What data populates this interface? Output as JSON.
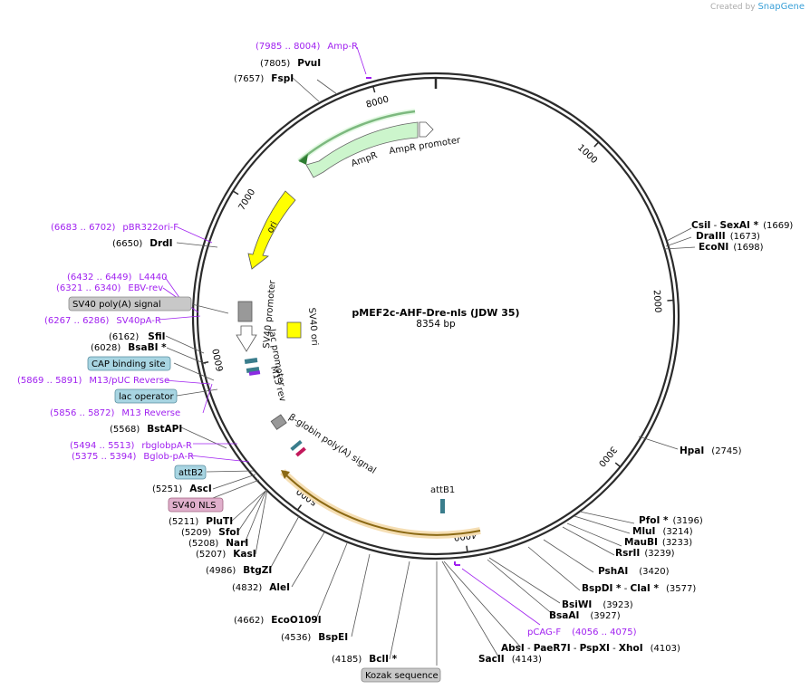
{
  "watermark": {
    "prefix": "Created by",
    "brand": "SnapGene"
  },
  "plasmid": {
    "name": "pMEF2c-AHF-Dre-nls (JDW 35)",
    "length_text": "8354 bp"
  },
  "ticks": [
    "1000",
    "2000",
    "3000",
    "4000",
    "5000",
    "6000",
    "7000",
    "8000"
  ],
  "features_on_map": {
    "amp_promoter": "AmpR promoter",
    "ampr": "AmpR",
    "ori": "ori",
    "sv40_promoter": "SV40 promoter",
    "sv40_ori": "SV40 ori",
    "lac_promoter": "lac promoter",
    "m13_rev": "M13 rev",
    "globin": "β-globin poly(A) signal",
    "attb1": "attB1"
  },
  "right_sites": {
    "csii": {
      "pos": "(1669)",
      "name": "CsiI",
      "name2": "SexAI *"
    },
    "draiii": {
      "pos": "(1673)",
      "name": "DraIII"
    },
    "econi": {
      "pos": "(1698)",
      "name": "EcoNI"
    },
    "hpai": {
      "pos": "(2745)",
      "name": "HpaI"
    },
    "pfoi": {
      "pos": "(3196)",
      "name": "PfoI *"
    },
    "mlui": {
      "pos": "(3214)",
      "name": "MluI"
    },
    "maubi": {
      "pos": "(3233)",
      "name": "MauBI"
    },
    "rsrii": {
      "pos": "(3239)",
      "name": "RsrII"
    },
    "pshai": {
      "pos": "(3420)",
      "name": "PshAI"
    },
    "bspdi": {
      "pos": "(3577)",
      "name": "BspDI *",
      "name2": "ClaI *"
    },
    "bsiwi": {
      "pos": "(3923)",
      "name": "BsiWI"
    },
    "bsaai": {
      "pos": "(3927)",
      "name": "BsaAI"
    },
    "pcagf": {
      "pos": "(4056 .. 4075)",
      "name": "pCAG-F"
    },
    "absi": {
      "pos": "(4103)",
      "name": "AbsI",
      "name2": "PaeR7I",
      "name3": "PspXI",
      "name4": "XhoI"
    },
    "sacii": {
      "pos": "(4143)",
      "name": "SacII"
    }
  },
  "left_sites": {
    "ampr_primer": {
      "pos": "(7985 .. 8004)",
      "name": "Amp-R"
    },
    "pvui": {
      "pos": "(7805)",
      "name": "PvuI"
    },
    "fspi": {
      "pos": "(7657)",
      "name": "FspI"
    },
    "pbr": {
      "pos": "(6683 .. 6702)",
      "name": "pBR322ori-F"
    },
    "drdi": {
      "pos": "(6650)",
      "name": "DrdI"
    },
    "l4440": {
      "pos": "(6432 .. 6449)",
      "name": "L4440"
    },
    "ebv": {
      "pos": "(6321 .. 6340)",
      "name": "EBV-rev"
    },
    "sv40polya": {
      "name": "SV40 poly(A) signal"
    },
    "sv40pa": {
      "pos": "(6267 .. 6286)",
      "name": "SV40pA-R"
    },
    "sfii": {
      "pos": "(6162)",
      "name": "SfiI"
    },
    "bsabi": {
      "pos": "(6028)",
      "name": "BsaBI *"
    },
    "cap": {
      "name": "CAP binding site"
    },
    "m13puc": {
      "pos": "(5869 .. 5891)",
      "name": "M13/pUC Reverse"
    },
    "lacop": {
      "name": "lac operator"
    },
    "m13r": {
      "pos": "(5856 .. 5872)",
      "name": "M13 Reverse"
    },
    "bstapi": {
      "pos": "(5568)",
      "name": "BstAPI"
    },
    "rbglob": {
      "pos": "(5494 .. 5513)",
      "name": "rbglobpA-R"
    },
    "bglob": {
      "pos": "(5375 .. 5394)",
      "name": "Bglob-pA-R"
    },
    "attb2": {
      "name": "attB2"
    },
    "asci": {
      "pos": "(5251)",
      "name": "AscI"
    },
    "sv40nls": {
      "name": "SV40 NLS"
    },
    "pluti": {
      "pos": "(5211)",
      "name": "PluTI"
    },
    "sfoi": {
      "pos": "(5209)",
      "name": "SfoI"
    },
    "nari": {
      "pos": "(5208)",
      "name": "NarI"
    },
    "kasi": {
      "pos": "(5207)",
      "name": "KasI"
    },
    "btgzi": {
      "pos": "(4986)",
      "name": "BtgZI"
    },
    "alei": {
      "pos": "(4832)",
      "name": "AleI"
    },
    "eco": {
      "pos": "(4662)",
      "name": "EcoO109I"
    },
    "bspei": {
      "pos": "(4536)",
      "name": "BspEI"
    },
    "bcli": {
      "pos": "(4185)",
      "name": "BclI *"
    },
    "kozak": {
      "name": "Kozak sequence"
    }
  },
  "colors": {
    "backbone": "#2b2b2b",
    "ampr_fill": "#ccf5cc",
    "ori_fill": "#ffff00",
    "sv40_poly_fill": "#999999",
    "globin_fill": "#f5deb3",
    "primer": "#a020f0",
    "attb_fill": "#a8d5e2",
    "nls_fill": "#e0b0cc",
    "kozak_fill": "#c8c8c8"
  }
}
